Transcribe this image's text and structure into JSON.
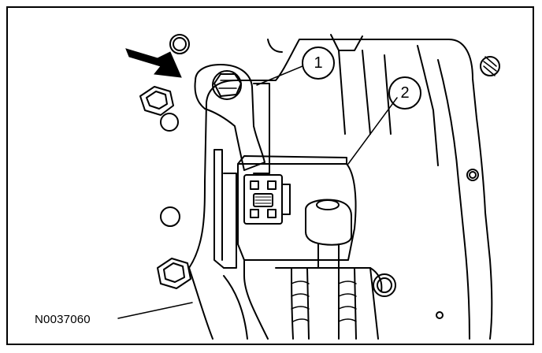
{
  "figure": {
    "reference_code": "N0037060",
    "callouts": [
      {
        "number": "1"
      },
      {
        "number": "2"
      }
    ]
  },
  "colors": {
    "line": "#000000",
    "background": "#ffffff"
  },
  "icons": {
    "pointer": "arrow-pointer-icon"
  }
}
